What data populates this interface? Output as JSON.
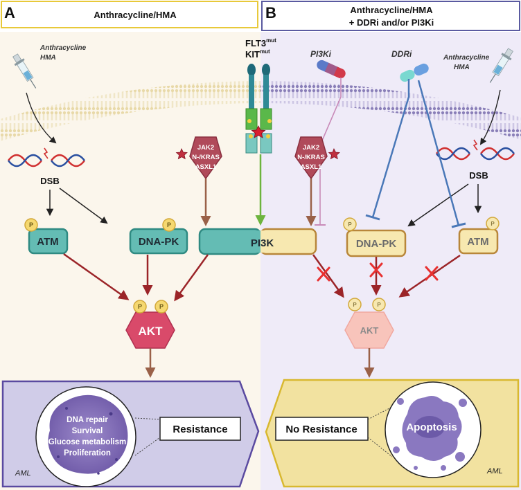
{
  "panel_a": {
    "letter": "A",
    "title": "Anthracycline/HMA",
    "drug_line1": "Anthracycline",
    "drug_line2": "HMA",
    "dsb": "DSB",
    "atm": "ATM",
    "dnapk": "DNA-PK",
    "akt": "AKT",
    "phospho": "P",
    "mutations": [
      "JAK2",
      "N-/KRAS",
      "ASXL1"
    ],
    "cell_effects": [
      "DNA repair",
      "Survival",
      "Glucose metabolism",
      "Proliferation"
    ],
    "result": "Resistance",
    "cell_label": "AML"
  },
  "panel_b": {
    "letter": "B",
    "title_line1": "Anthracycline/HMA",
    "title_line2": "+ DDRi and/or PI3Ki",
    "pi3ki": "PI3Ki",
    "ddri": "DDRi",
    "drug_line1": "Anthracycline",
    "drug_line2": "HMA",
    "dsb": "DSB",
    "atm": "ATM",
    "dnapk": "DNA-PK",
    "akt": "AKT",
    "phospho": "P",
    "mutations": [
      "JAK2",
      "N-/KRAS",
      "ASXL1"
    ],
    "result": "No Resistance",
    "cell_effect": "Apoptosis",
    "cell_label": "AML"
  },
  "shared": {
    "receptor_1": "FLT3",
    "receptor_1_sup": "mut",
    "receptor_2": "KIT",
    "receptor_2_sup": "mut",
    "pi3k_left": "PI",
    "pi3k_right": "3K"
  },
  "colors": {
    "panel_a_bg": "#fbf6ec",
    "panel_b_bg": "#efebf8",
    "header_a_border": "#e8c93a",
    "header_b_border": "#5a5aa0",
    "teal_node": "#64bcb4",
    "teal_border": "#2f8a82",
    "yellow_node": "#f7e8b0",
    "yellow_border": "#b8863a",
    "akt": "#d94a6a",
    "akt_dim": "#f8c4bb",
    "pentagon": "#b04a5a",
    "arrow_red": "#9b2428",
    "arrow_brown": "#9a6148",
    "arrow_green": "#6db43e",
    "inhibitor_blue": "#4a78b8",
    "inhibitor_pink": "#c88ab8",
    "block_red": "#e83030"
  }
}
